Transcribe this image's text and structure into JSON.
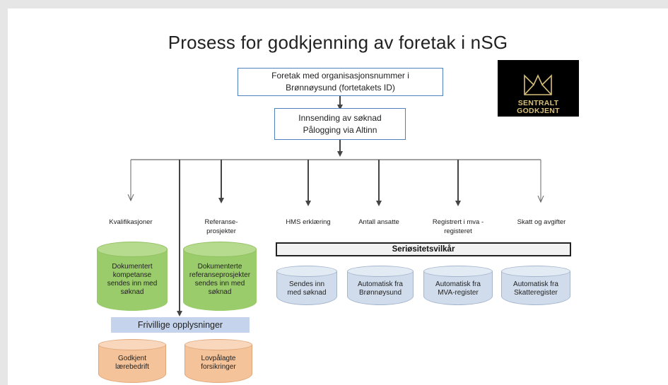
{
  "title": "Prosess for godkjenning av foretak i nSG",
  "logo": {
    "line1": "SENTRALT",
    "line2": "GODKJENT"
  },
  "process": {
    "box1": {
      "line1": "Foretak med organisasjonsnummer i",
      "line2": "Brønnøysund (fortetakets ID)"
    },
    "box2": {
      "line1": "Innsending av søknad",
      "line2": "Pålogging via Altinn"
    }
  },
  "categories": {
    "kvalifikasjoner": "Kvalifikasjoner",
    "referanse_l1": "Referanse-",
    "referanse_l2": "prosjekter",
    "hms": "HMS erklæring",
    "ansatte": "Antall ansatte",
    "mva_l1": "Registrert i mva -",
    "mva_l2": "registeret",
    "skatt": "Skatt og avgifter"
  },
  "green_cylinders": {
    "kompetanse": [
      "Dokumentert",
      "kompetanse",
      "sendes inn med",
      "søknad"
    ],
    "referanse": [
      "Dokumenterte",
      "referanseprosjekter",
      "sendes inn med",
      "søknad"
    ]
  },
  "seriositet": {
    "label": "Seriøsitetsvilkår",
    "items": [
      [
        "Sendes inn",
        "med søknad"
      ],
      [
        "Automatisk fra",
        "Brønnøysund"
      ],
      [
        "Automatisk fra",
        "MVA-register"
      ],
      [
        "Automatisk fra",
        "Skatteregister"
      ]
    ]
  },
  "frivillige": {
    "label": "Frivillige opplysninger",
    "items": [
      [
        "Godkjent",
        "lærebedrift"
      ],
      [
        "Lovpålagte",
        "forsikringer"
      ]
    ]
  },
  "colors": {
    "connector": "#444444",
    "box_border": "#4f81bd",
    "logo_gold": "#d8bf7a"
  }
}
